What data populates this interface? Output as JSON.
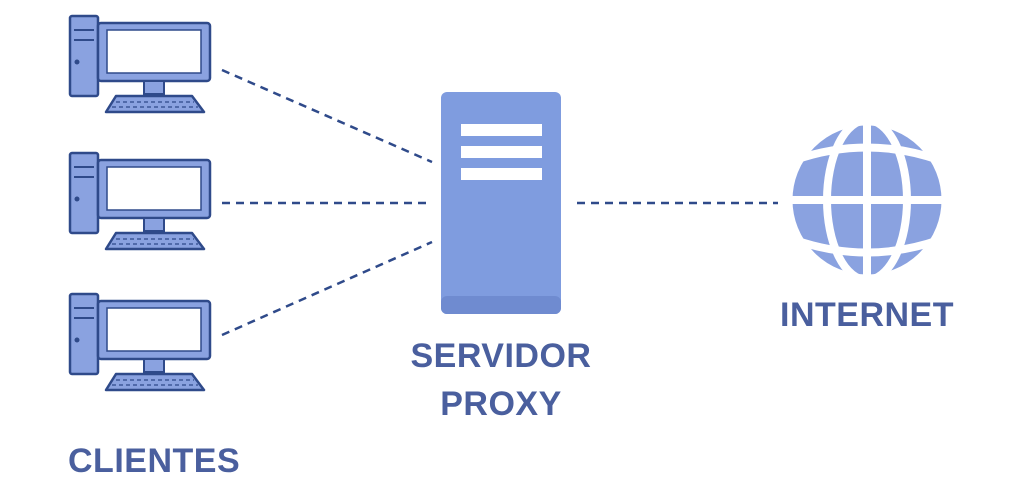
{
  "labels": {
    "clients": "CLIENTES",
    "proxy_line1": "SERVIDOR",
    "proxy_line2": "PROXY",
    "internet": "INTERNET"
  },
  "colors": {
    "icon_fill": "#8aa2e0",
    "icon_stroke": "#2f4a8a",
    "label_text": "#4a5f9e",
    "connector": "#2f4a8a",
    "screen_fill": "#ffffff"
  },
  "nodes": {
    "clients": [
      {
        "icon": "desktop-computer-icon"
      },
      {
        "icon": "desktop-computer-icon"
      },
      {
        "icon": "desktop-computer-icon"
      }
    ],
    "proxy": {
      "icon": "server-tower-icon"
    },
    "internet": {
      "icon": "globe-icon"
    }
  },
  "connectors": [
    {
      "from": "client-1",
      "to": "proxy",
      "style": "dashed"
    },
    {
      "from": "client-2",
      "to": "proxy",
      "style": "dashed"
    },
    {
      "from": "client-3",
      "to": "proxy",
      "style": "dashed"
    },
    {
      "from": "proxy",
      "to": "internet",
      "style": "dashed"
    }
  ]
}
